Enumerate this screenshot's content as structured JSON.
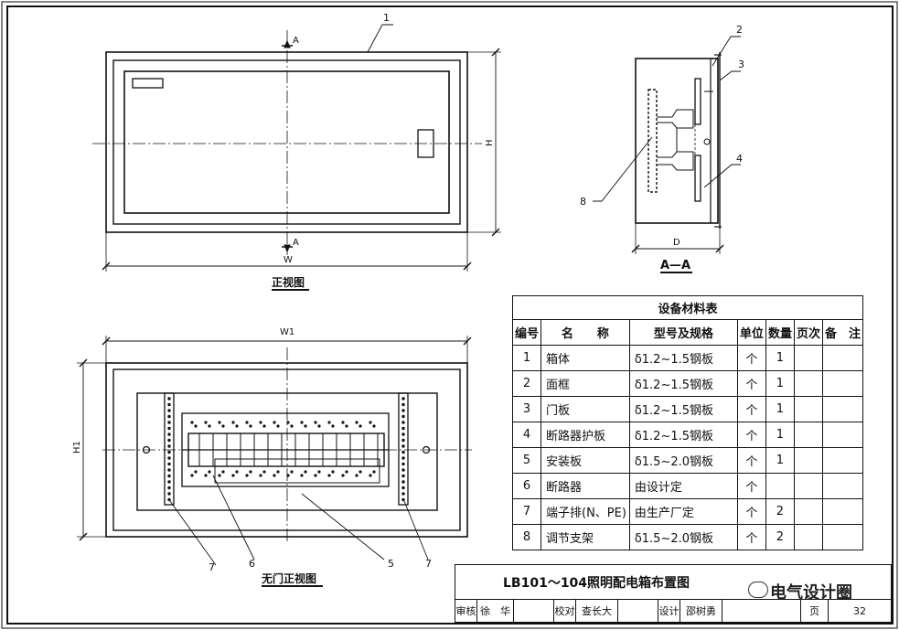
{
  "views": {
    "front": {
      "caption": "正视图",
      "section_mark_top": "A",
      "section_mark_bottom": "A",
      "dim_width": "W",
      "dim_height": "H"
    },
    "section": {
      "caption": "A—A",
      "dim_depth": "D"
    },
    "open": {
      "caption": "无门正视图",
      "dim_width": "W1",
      "dim_height": "H1"
    }
  },
  "callouts": [
    "1",
    "2",
    "3",
    "4",
    "8",
    "7",
    "6",
    "5",
    "7"
  ],
  "table": {
    "caption": "设备材料表",
    "headers": [
      "编号",
      "名　　称",
      "型号及规格",
      "单位",
      "数量",
      "页次",
      "备　注"
    ],
    "rows": [
      {
        "no": "1",
        "name": "箱体",
        "spec": "δ1.2~1.5钢板",
        "unit": "个",
        "qty": "1",
        "page": "",
        "note": ""
      },
      {
        "no": "2",
        "name": "面框",
        "spec": "δ1.2~1.5钢板",
        "unit": "个",
        "qty": "1",
        "page": "",
        "note": ""
      },
      {
        "no": "3",
        "name": "门板",
        "spec": "δ1.2~1.5钢板",
        "unit": "个",
        "qty": "1",
        "page": "",
        "note": ""
      },
      {
        "no": "4",
        "name": "断路器护板",
        "spec": "δ1.2~1.5钢板",
        "unit": "个",
        "qty": "1",
        "page": "",
        "note": ""
      },
      {
        "no": "5",
        "name": "安装板",
        "spec": "δ1.5~2.0钢板",
        "unit": "个",
        "qty": "1",
        "page": "",
        "note": ""
      },
      {
        "no": "6",
        "name": "断路器",
        "spec": "由设计定",
        "unit": "个",
        "qty": "",
        "page": "",
        "note": ""
      },
      {
        "no": "7",
        "name": "端子排(N、PE)",
        "spec": "由生产厂定",
        "unit": "个",
        "qty": "2",
        "page": "",
        "note": ""
      },
      {
        "no": "8",
        "name": "调节支架",
        "spec": "δ1.5~2.0钢板",
        "unit": "个",
        "qty": "2",
        "page": "",
        "note": ""
      }
    ]
  },
  "title_block": {
    "title": "LB101～104照明配电箱布置图",
    "review_label": "审核",
    "reviewer": "徐　华",
    "check_label": "校对",
    "checker": "查长大",
    "design_label": "设计",
    "designer": "邵树勇",
    "page_label": "页",
    "page_no": "32"
  },
  "watermark": "电气设计圈"
}
